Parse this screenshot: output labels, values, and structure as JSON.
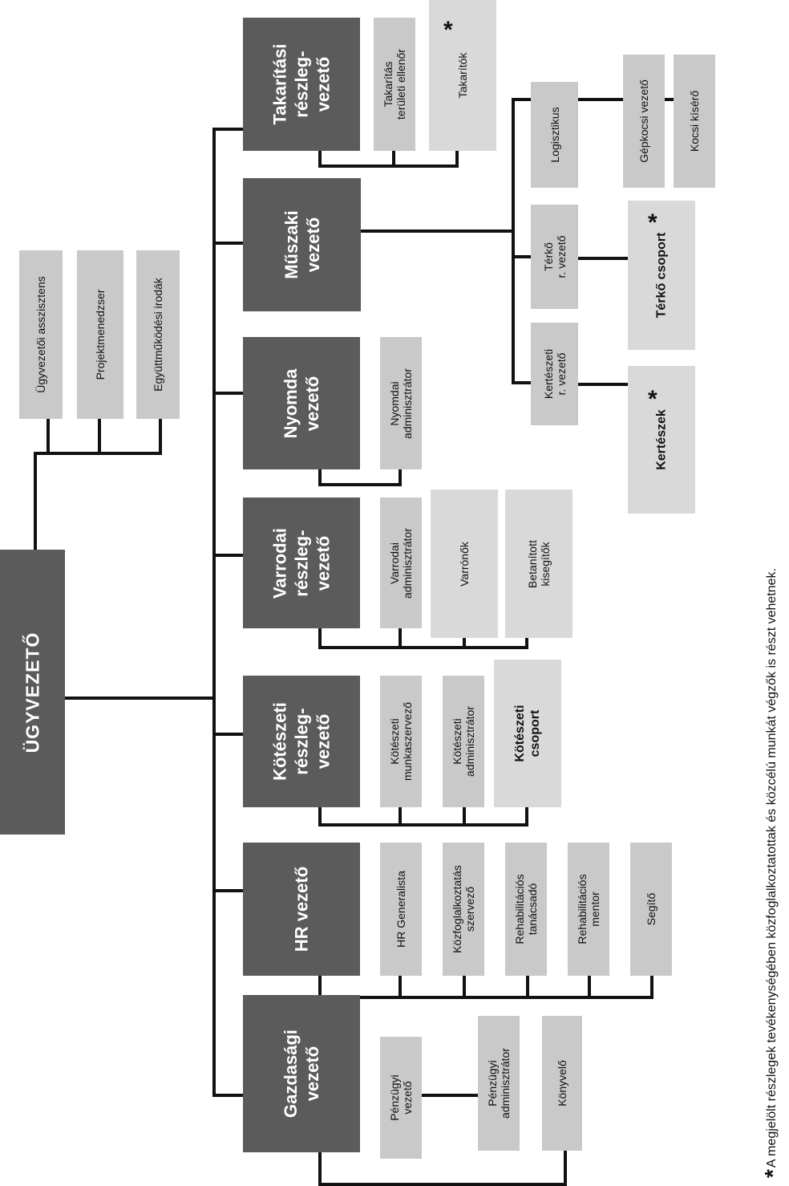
{
  "ceo": "ÜGYVEZETŐ",
  "staff": [
    "Ügyvezetői asszisztens",
    "Projektmenedzser",
    "Együttműködési irodák"
  ],
  "departments": [
    {
      "head": "Gazdasági\nvezető",
      "members": [
        "Pénzügyi\nvezető",
        "Pénzügyi\nadminisztrátor",
        "Könyvelő"
      ]
    },
    {
      "head": "HR vezető",
      "members": [
        "HR Generalista",
        "Közfoglalkoztatás\nszervező",
        "Rehabilitációs\ntanácsadó",
        "Rehabilitációs\nmentor",
        "Segítő"
      ]
    },
    {
      "head": "Kötészeti\nrészleg-\nvezető",
      "members": [
        "Kötészeti\nmunkaszervező",
        "Kötészeti\nadminisztrátor",
        "Kötészeti\ncsoport"
      ]
    },
    {
      "head": "Varrodai\nrészleg-\nvezető",
      "members": [
        "Varrodai\nadminisztrátor",
        "Varrónők",
        "Betanított\nkisegítők"
      ]
    },
    {
      "head": "Nyomda\nvezető",
      "members": [
        "Nyomdai\nadminisztrátor"
      ]
    },
    {
      "head": "Műszaki\nvezető",
      "members": [
        "Kertészeti\nr. vezető",
        "Térkő\nr. vezető",
        "Logisztikus"
      ],
      "sub": {
        "kerteszek": "Kertészek",
        "terko_csoport": "Térkő csoport",
        "gepkocsi": "Gépkocsi vezető",
        "kocsi_kisero": "Kocsi kísérő"
      }
    },
    {
      "head": "Takarítási\nrészleg-\nvezető",
      "members": [
        "Takarítás\nterületi ellenőr",
        "Takarítók"
      ]
    }
  ],
  "star_symbol": "*",
  "footnote": "A megjelölt részlegek tevékenységében közfoglalkoztatottak és közcélú munkát végzők is részt vehetnek."
}
